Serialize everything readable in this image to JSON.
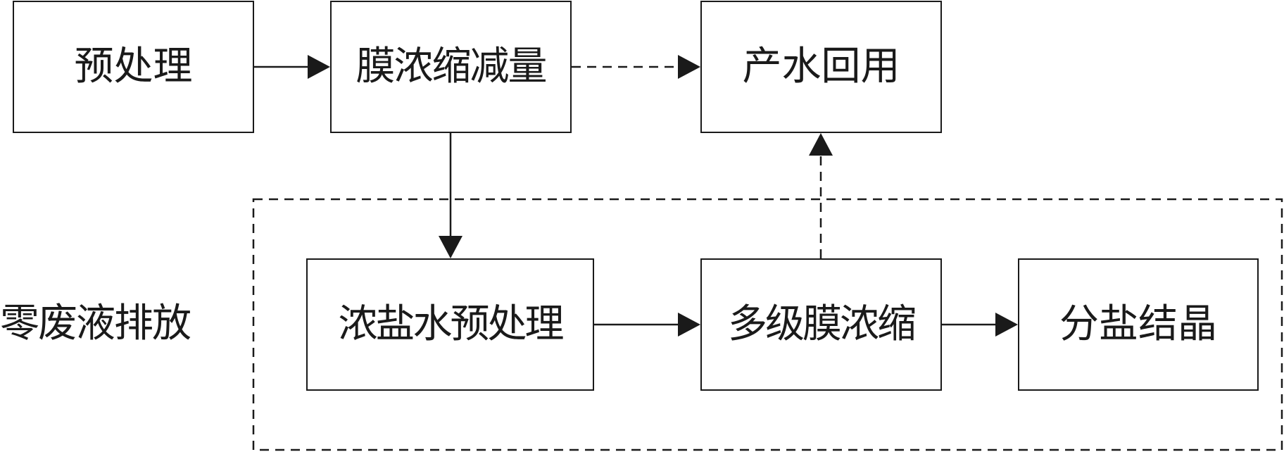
{
  "diagram": {
    "nodes": {
      "pretreatment": "预处理",
      "membrane_concentration_reduction": "膜浓缩减量",
      "water_reuse": "产水回用",
      "brine_pretreatment": "浓盐水预处理",
      "multistage_membrane_concentration": "多级膜浓缩",
      "salt_separation_crystallization": "分盐结晶"
    },
    "group_label": "零废液排放",
    "edges": [
      {
        "from": "pretreatment",
        "to": "membrane_concentration_reduction",
        "style": "solid"
      },
      {
        "from": "membrane_concentration_reduction",
        "to": "water_reuse",
        "style": "dashed"
      },
      {
        "from": "membrane_concentration_reduction",
        "to": "brine_pretreatment",
        "style": "solid"
      },
      {
        "from": "brine_pretreatment",
        "to": "multistage_membrane_concentration",
        "style": "solid"
      },
      {
        "from": "multistage_membrane_concentration",
        "to": "salt_separation_crystallization",
        "style": "solid"
      },
      {
        "from": "multistage_membrane_concentration",
        "to": "water_reuse",
        "style": "dashed"
      }
    ],
    "colors": {
      "stroke": "#1a1a1a",
      "background": "#ffffff"
    }
  }
}
